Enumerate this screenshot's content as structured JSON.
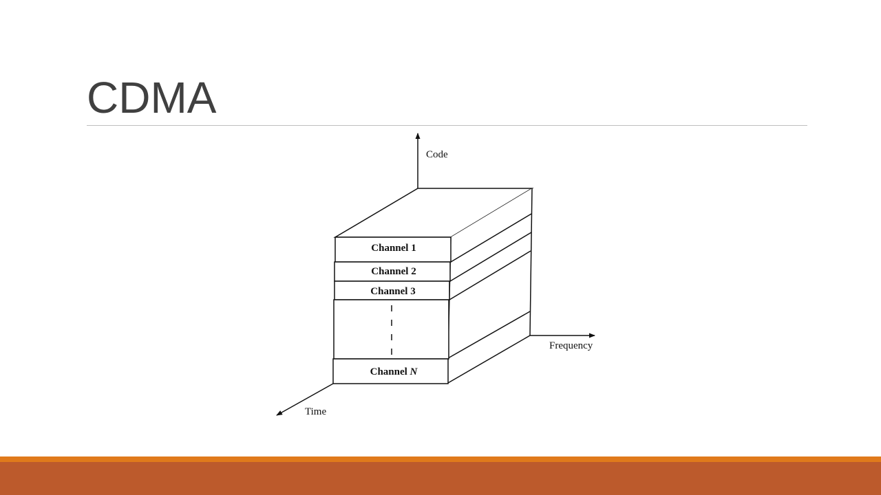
{
  "slide": {
    "title": "CDMA"
  },
  "diagram": {
    "axes": {
      "code": "Code",
      "frequency": "Frequency",
      "time": "Time"
    },
    "channels": [
      "Channel 1",
      "Channel 2",
      "Channel 3"
    ],
    "last_channel": {
      "prefix": "Channel ",
      "suffix": "N"
    }
  },
  "colors": {
    "title_text": "#404040",
    "rule": "#bfbfbf",
    "accent_strip": "#e07a1b",
    "footer_band": "#bc5a2c"
  }
}
